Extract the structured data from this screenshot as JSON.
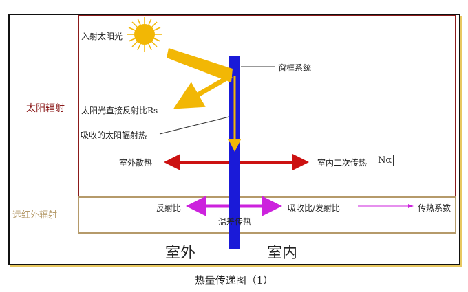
{
  "labels": {
    "incident_sunlight": "入射太阳光",
    "window_frame_system": "窗框系统",
    "solar_radiation": "太阳辐射",
    "direct_reflectance": "太阳光直接反射比Rs",
    "absorbed_heat": "吸收的太阳辐射热",
    "outdoor_dissipation": "室外散热",
    "indoor_secondary": "室内二次传热",
    "n_alpha": "Nα",
    "far_infrared": "远红外辐射",
    "reflectance": "反射比",
    "absorptance_emittance": "吸收比/发射比",
    "heat_transfer_coefficient": "传热系数",
    "temp_diff_transfer": "温差传热",
    "outdoor": "室外",
    "indoor": "室内"
  },
  "caption": "热量传递图（1）",
  "colors": {
    "frame_bar": "#1a1ad8",
    "sun": "#f2b705",
    "red_arrow": "#cc1111",
    "magenta_arrow": "#cc22dd",
    "solar_label": "#8b1a1a",
    "infrared_label": "#b59a6a"
  }
}
